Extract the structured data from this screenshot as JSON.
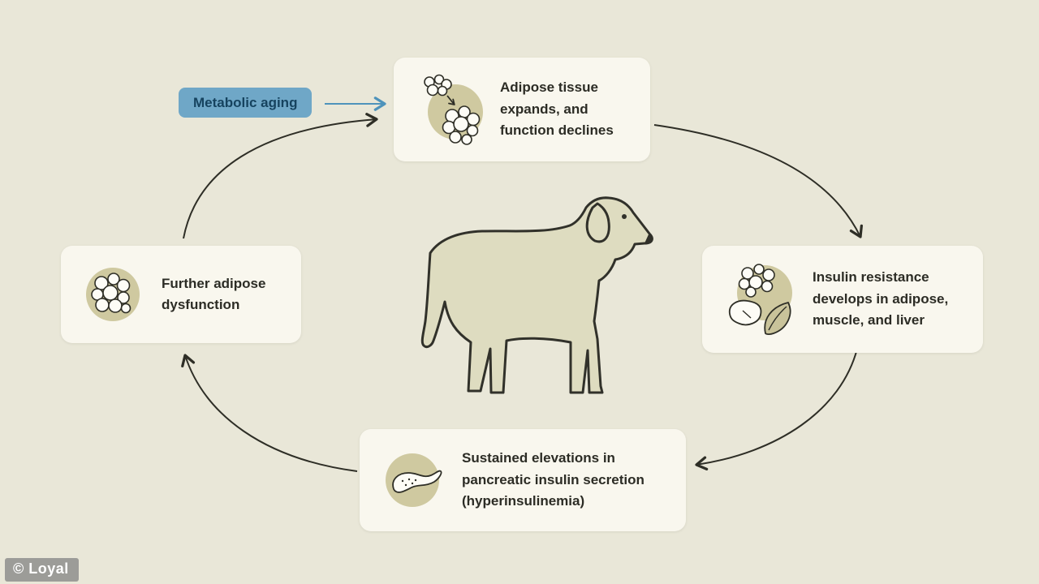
{
  "title": "Metabolic aging cycle diagram",
  "colors": {
    "background": "#e9e7d8",
    "card_bg": "#f9f7ee",
    "accent_blue_bg": "#6fa7c7",
    "accent_blue_text": "#16435f",
    "arrow": "#2e2e26",
    "icon_circle": "#cfc9a0",
    "dog_fill": "#dedcc0",
    "text": "#2c2c25"
  },
  "label": {
    "text": "Metabolic aging"
  },
  "cards": {
    "top": {
      "icon": "adipose-expansion-icon",
      "text": "Adipose tissue expands, and function declines"
    },
    "right": {
      "icon": "adipose-muscle-liver-icon",
      "text": "Insulin resistance develops in adipose, muscle, and liver"
    },
    "bottom": {
      "icon": "pancreas-icon",
      "text": "Sustained elevations in pancreatic insulin secretion (hyperinsulinemia)"
    },
    "left": {
      "icon": "adipose-cells-icon",
      "text": "Further adipose dysfunction"
    }
  },
  "center": {
    "illustration": "dog-side-view"
  },
  "arrows": [
    "metabolic-aging-to-top-arrow",
    "top-to-right-arrow",
    "right-to-bottom-arrow",
    "bottom-to-left-arrow",
    "left-to-top-arrow"
  ],
  "watermark": {
    "text": "© Loyal"
  }
}
